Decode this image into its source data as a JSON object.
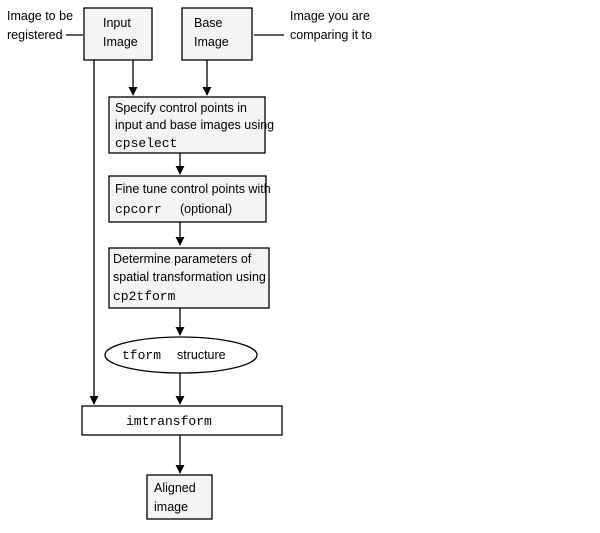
{
  "notes": {
    "left": [
      "Image to be",
      "registered"
    ],
    "right": [
      "Image you are",
      "comparing it to"
    ]
  },
  "nodes": {
    "input_image": [
      "Input",
      "Image"
    ],
    "base_image": [
      "Base",
      "Image"
    ],
    "cpselect_step": {
      "lines": [
        "Specify control points in",
        "input and base images using"
      ],
      "function": "cpselect"
    },
    "cpcorr_step": {
      "line": "Fine tune control points with",
      "function": "cpcorr",
      "suffix": "(optional)"
    },
    "cp2tform_step": {
      "lines": [
        "Determine parameters of",
        "spatial transformation using"
      ],
      "function": "cp2tform"
    },
    "tform_structure": {
      "function": "tform",
      "suffix": "structure"
    },
    "imtransform_step": {
      "function": "imtransform"
    },
    "aligned_image": [
      "Aligned",
      "image"
    ]
  }
}
